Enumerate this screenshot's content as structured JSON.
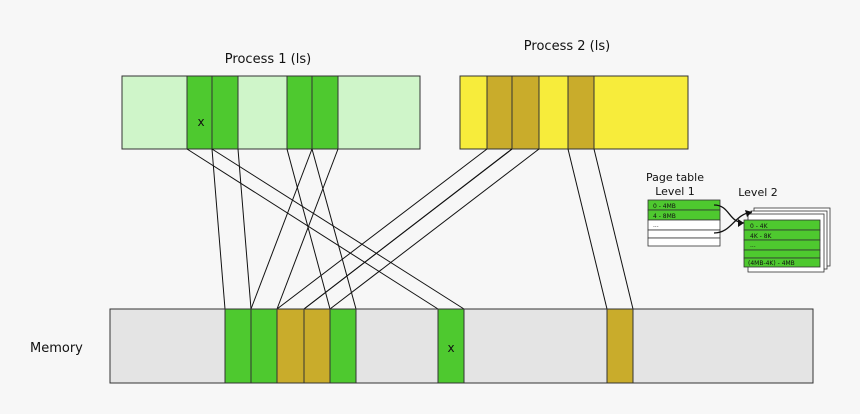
{
  "process1": {
    "title": "Process 1 (ls)",
    "mark": "x"
  },
  "process2": {
    "title": "Process 2 (ls)"
  },
  "memory": {
    "label": "Memory",
    "mark": "x"
  },
  "page_table": {
    "title": "Page table",
    "level1_label": "Level 1",
    "level2_label": "Level 2",
    "level1_rows": [
      "0 - 4MB",
      "4 - 8MB",
      "...",
      "",
      ""
    ],
    "level2_rows": [
      "0 - 4K",
      "4K - 8K",
      "...",
      "",
      "(4MB-4K) - 4MB"
    ]
  },
  "colors": {
    "background": "#f7f7f7",
    "process1_fill": "#cff5c9",
    "process2_fill": "#f7ec3b",
    "page_green": "#4ec92f",
    "page_olive": "#c9ac2b",
    "memory_fill": "#e4e4e4",
    "stroke": "#333333"
  }
}
